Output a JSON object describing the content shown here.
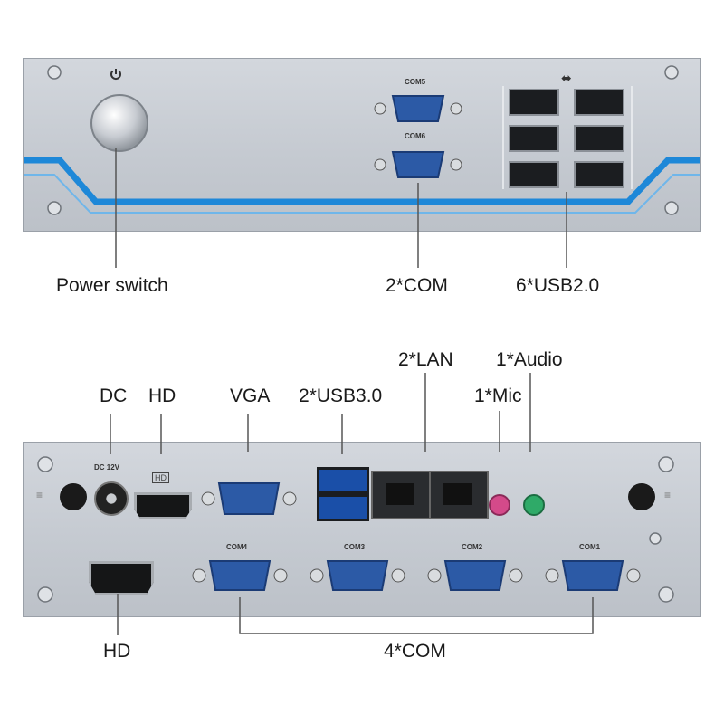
{
  "front": {
    "port_labels": {
      "com5": "COM5",
      "com6": "COM6"
    },
    "callouts": {
      "power_switch": "Power switch",
      "com": "2*COM",
      "usb2": "6*USB2.0"
    }
  },
  "rear": {
    "port_labels": {
      "dc_12v": "DC 12V",
      "com4": "COM4",
      "com3": "COM3",
      "com2": "COM2",
      "com1": "COM1"
    },
    "callouts": {
      "dc": "DC",
      "hd_top": "HD",
      "vga": "VGA",
      "usb3": "2*USB3.0",
      "lan": "2*LAN",
      "audio": "1*Audio",
      "mic": "1*Mic",
      "hd_bottom": "HD",
      "com": "4*COM"
    }
  },
  "colors": {
    "panel": "#c9cdd3",
    "stripe": "#1e88d8",
    "port_blue": "#2c5aa6",
    "mic_pink": "#d44a8a",
    "audio_green": "#2faa68"
  }
}
